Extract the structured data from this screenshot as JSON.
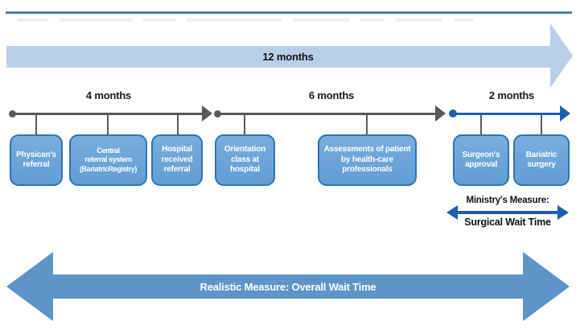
{
  "diagram": {
    "overall_arrow": {
      "label": "12 months"
    },
    "timeline_segments": [
      {
        "label": "4 months"
      },
      {
        "label": "6 months"
      },
      {
        "label": "2 months"
      }
    ],
    "steps": [
      {
        "label": "Physican's\nreferral"
      },
      {
        "label": "Central\nreferral system\n(BariatricRegistry)"
      },
      {
        "label": "Hospital\nreceived\nreferral"
      },
      {
        "label": "Orientation\nclass at\nhospital"
      },
      {
        "label": "Assessments of patient\nby health-care\nprofessionals"
      },
      {
        "label": "Surgeon's\napproval"
      },
      {
        "label": "Bariatric\nsurgery"
      }
    ],
    "ministry_measure": {
      "line1": "Ministry's Measure:",
      "line2": "Surgical Wait Time"
    },
    "bottom_arrow": {
      "label": "Realistic Measure: Overall Wait Time"
    }
  },
  "colors": {
    "top_rule_blue": "#2e6496",
    "light_blue_arrow": "#b9cfe9",
    "timeline_gray": "#595959",
    "timeline_blue": "#1d5fae",
    "box_fill": "#6aa3d8",
    "box_border": "#2e74b5",
    "bottom_arrow_blue": "#5d95c8",
    "box_text": "#ffffff",
    "label_text": "#111111"
  }
}
